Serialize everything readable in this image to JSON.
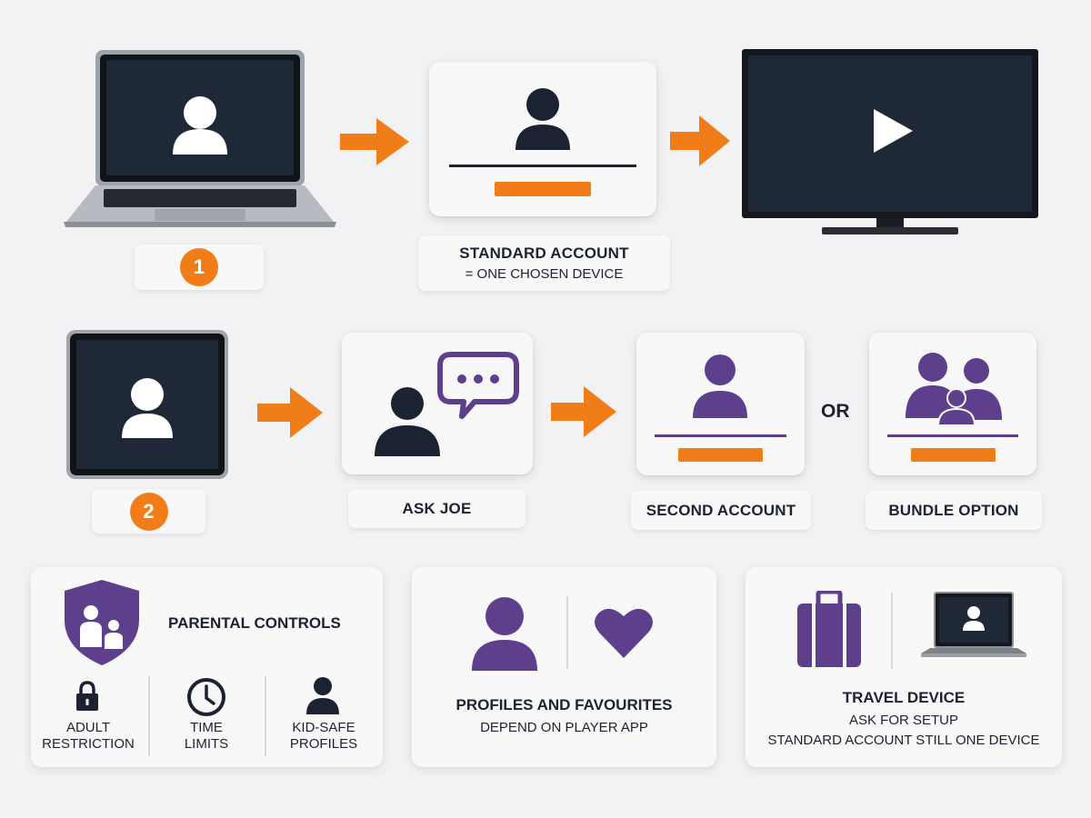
{
  "colors": {
    "orange": "#f07d18",
    "purple": "#5e3f8c",
    "navy": "#1b2231",
    "screen": "#1e2837"
  },
  "row1": {
    "step_number": "1",
    "account_label": {
      "title": "Standard account",
      "subtitle": "= one chosen device"
    }
  },
  "row2": {
    "step_number": "2",
    "ask_label": "Ask Joe",
    "second_label": "Second account",
    "or_text": "OR",
    "bundle_label": "Bundle option"
  },
  "parental": {
    "title": "Parental controls",
    "items": [
      {
        "icon": "lock-icon",
        "line1": "Adult",
        "line2": "restriction"
      },
      {
        "icon": "clock-icon",
        "line1": "Time",
        "line2": "limits"
      },
      {
        "icon": "person-icon",
        "line1": "Kid-safe",
        "line2": "profiles"
      }
    ]
  },
  "profiles": {
    "title": "Profiles and favourites",
    "subtitle": "Depend on player app"
  },
  "travel": {
    "title": "Travel device",
    "line1": "Ask for setup",
    "line2": "Standard account still one device"
  }
}
